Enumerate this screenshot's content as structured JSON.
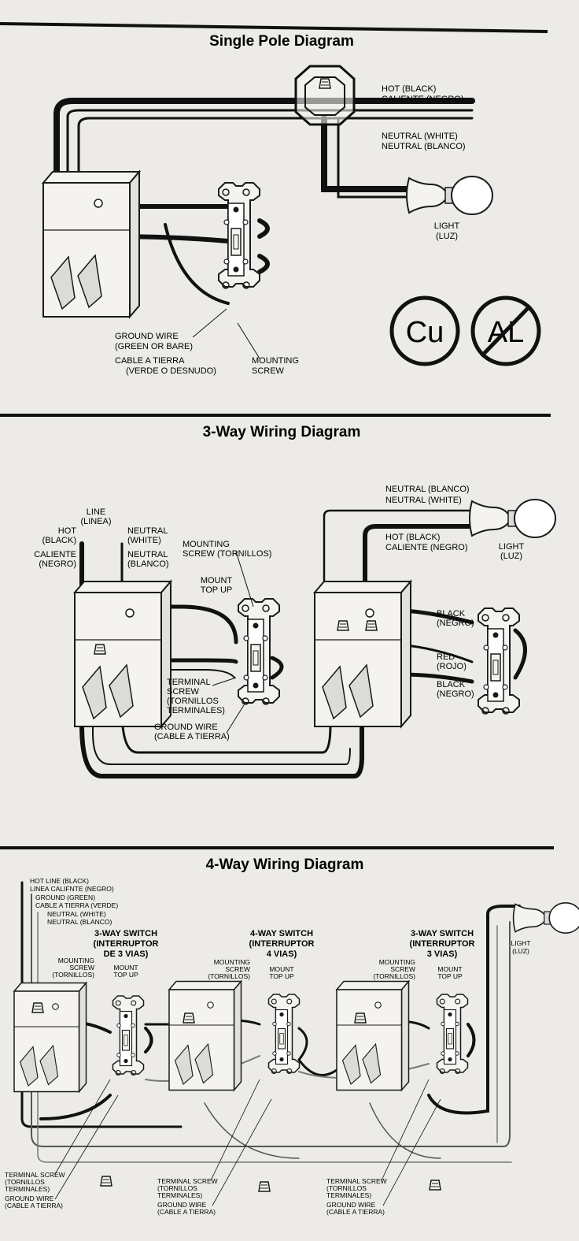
{
  "single_pole": {
    "title": "Single Pole Diagram",
    "hot": [
      "HOT (BLACK)",
      "CALIENTE (NEGRO)"
    ],
    "neutral": [
      "NEUTRAL (WHITE)",
      "NEUTRAL (BLANCO)"
    ],
    "light": [
      "LIGHT",
      "(LUZ)"
    ],
    "ground": [
      "GROUND WIRE",
      "(GREEN OR BARE)",
      "CABLE A TIERRA",
      "(VERDE O DESNUDO)"
    ],
    "mounting": [
      "MOUNTING",
      "SCREW"
    ],
    "cu": "Cu",
    "al": "AL"
  },
  "three_way": {
    "title": "3-Way Wiring Diagram",
    "line": [
      "LINE",
      "(LINEA)"
    ],
    "hot": [
      "HOT",
      "(BLACK)",
      "CALIENTE",
      "(NEGRO)"
    ],
    "neutral": [
      "NEUTRAL",
      "(WHITE)",
      "NEUTRAL",
      "(BLANCO)"
    ],
    "mounting": [
      "MOUNTING",
      "SCREW (TORNILLOS)",
      "MOUNT",
      "TOP UP"
    ],
    "terminal": [
      "TERMINAL",
      "SCREW",
      "(TORNILLOS",
      "TERMINALES)"
    ],
    "ground": [
      "GROUND WIRE",
      "(CABLE A TIERRA)"
    ],
    "neutral_light": [
      "NEUTRAL (BLANCO)",
      "NEUTRAL (WHITE)"
    ],
    "hot_light": [
      "HOT (BLACK)",
      "CALIENTE (NEGRO)"
    ],
    "light": [
      "LIGHT",
      "(LUZ)"
    ],
    "black1": [
      "BLACK",
      "(NEGRO)"
    ],
    "red": [
      "RED",
      "(ROJO)"
    ],
    "black2": [
      "BLACK",
      "(NEGRO)"
    ]
  },
  "four_way": {
    "title": "4-Way Wiring Diagram",
    "hot_line": [
      "HOT LINE (BLACK)",
      "LINEA CALIFNTE (NEGRO)"
    ],
    "ground_line": [
      "GROUND (GREEN)",
      "CABLE A TIERRA (VERDE)"
    ],
    "neutral_line": [
      "NEUTRAL (WHITE)",
      "NEUTRAL (BLANCO)"
    ],
    "switch1": [
      "3-WAY SWITCH",
      "(INTERRUPTOR",
      "DE 3 VIAS)"
    ],
    "switch2": [
      "4-WAY SWITCH",
      "(INTERRUPTOR",
      "4 VIAS)"
    ],
    "switch3": [
      "3-WAY SWITCH",
      "(INTERRUPTOR",
      "3 VIAS)"
    ],
    "mounting": [
      "MOUNTING",
      "SCREW",
      "(TORNILLOS)"
    ],
    "mount_top": [
      "MOUNT",
      "TOP UP"
    ],
    "terminal": [
      "TERMINAL SCREW",
      "(TORNILLOS",
      "TERMINALES)"
    ],
    "ground": [
      "GROUND WIRE",
      "(CABLE A TIERRA)"
    ],
    "light": [
      "LIGHT",
      "(LUZ)"
    ]
  }
}
